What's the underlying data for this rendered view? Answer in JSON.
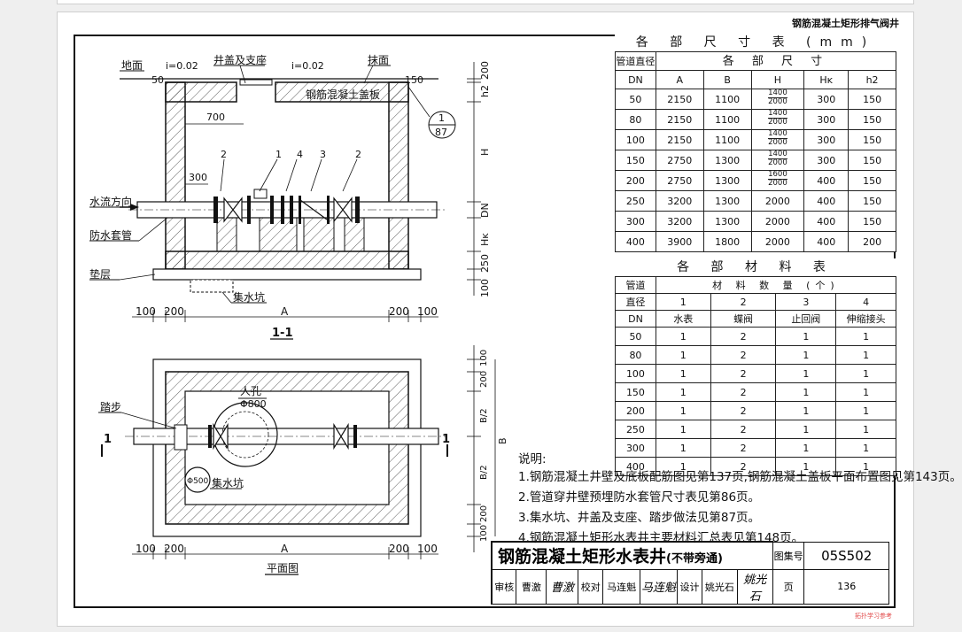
{
  "header": {
    "title": "钢筋混凝土矩形排气阀井"
  },
  "section": {
    "label": "1-1",
    "ground": "地面",
    "slope_left": "i=0.02",
    "slope_right": "i=0.02",
    "cover_support": "井盖及支座",
    "plaster": "抹面",
    "cover_slab": "钢筋混凝土盖板",
    "flow_direction": "水流方向",
    "sleeve": "防水套管",
    "cushion": "垫层",
    "sump": "集水坑",
    "callout_top": "1",
    "callout_bottom": "87",
    "num1": "2",
    "num2": "1",
    "num3": "4",
    "num4": "3",
    "num5": "2",
    "d50": "50",
    "d150": "150",
    "d700": "700",
    "d300": "300",
    "d200": "200",
    "dh2": "h2",
    "dH": "H",
    "dDN": "DN",
    "dHk": "Hĸ",
    "d250": "250",
    "d100": "100",
    "dim_a": "A",
    "dim_100a": "100",
    "dim_200a": "200",
    "dim_200b": "200",
    "dim_100b": "100"
  },
  "plan": {
    "label": "平面图",
    "step": "踏步",
    "manhole": "人孔",
    "manhole_dia": "Φ800",
    "sump": "集水坑",
    "sump_dia": "Φ500",
    "section_mark": "1",
    "dim_a": "A",
    "dim_100a": "100",
    "dim_200a": "200",
    "dim_200b": "200",
    "dim_100b": "100",
    "r100a": "100",
    "r200a": "200",
    "rB2a": "B/2",
    "rB": "B",
    "rB2b": "B/2",
    "r200b": "200",
    "r100b": "100"
  },
  "dims_table": {
    "title": "各 部 尺 寸 表 (mm)",
    "h_pipe": "管道直径",
    "h_group": "各 部 尺 寸",
    "h_dn": "DN",
    "cols": [
      "A",
      "B",
      "H",
      "Hĸ",
      "h2"
    ],
    "rows": [
      {
        "dn": "50",
        "a": "2150",
        "b": "1100",
        "h1": "1400",
        "h2v": "2000",
        "hk": "300",
        "hh": "150"
      },
      {
        "dn": "80",
        "a": "2150",
        "b": "1100",
        "h1": "1400",
        "h2v": "2000",
        "hk": "300",
        "hh": "150"
      },
      {
        "dn": "100",
        "a": "2150",
        "b": "1100",
        "h1": "1400",
        "h2v": "2000",
        "hk": "300",
        "hh": "150"
      },
      {
        "dn": "150",
        "a": "2750",
        "b": "1300",
        "h1": "1400",
        "h2v": "2000",
        "hk": "300",
        "hh": "150"
      },
      {
        "dn": "200",
        "a": "2750",
        "b": "1300",
        "h1": "1600",
        "h2v": "2000",
        "hk": "400",
        "hh": "150"
      },
      {
        "dn": "250",
        "a": "3200",
        "b": "1300",
        "h": "2000",
        "hk": "400",
        "hh": "150"
      },
      {
        "dn": "300",
        "a": "3200",
        "b": "1300",
        "h": "2000",
        "hk": "400",
        "hh": "150"
      },
      {
        "dn": "400",
        "a": "3900",
        "b": "1800",
        "h": "2000",
        "hk": "400",
        "hh": "200"
      }
    ]
  },
  "materials_table": {
    "title": "各 部 材 料 表",
    "h_pipe1": "管道",
    "h_pipe2": "直径",
    "h_dn": "DN",
    "h_qty": "材 料 数 量 (个)",
    "nums": [
      "1",
      "2",
      "3",
      "4"
    ],
    "names": [
      "水表",
      "蝶阀",
      "止回阀",
      "伸缩接头"
    ],
    "rows": [
      {
        "dn": "50",
        "v": [
          "1",
          "2",
          "1",
          "1"
        ]
      },
      {
        "dn": "80",
        "v": [
          "1",
          "2",
          "1",
          "1"
        ]
      },
      {
        "dn": "100",
        "v": [
          "1",
          "2",
          "1",
          "1"
        ]
      },
      {
        "dn": "150",
        "v": [
          "1",
          "2",
          "1",
          "1"
        ]
      },
      {
        "dn": "200",
        "v": [
          "1",
          "2",
          "1",
          "1"
        ]
      },
      {
        "dn": "250",
        "v": [
          "1",
          "2",
          "1",
          "1"
        ]
      },
      {
        "dn": "300",
        "v": [
          "1",
          "2",
          "1",
          "1"
        ]
      },
      {
        "dn": "400",
        "v": [
          "1",
          "2",
          "1",
          "1"
        ]
      }
    ]
  },
  "notes": {
    "title": "说明:",
    "items": [
      "1.钢筋混凝土井壁及底板配筋图见第137页,钢筋混凝土盖板平面布置图见第143页。",
      "2.管道穿井壁预埋防水套管尺寸表见第86页。",
      "3.集水坑、井盖及支座、踏步做法见第87页。",
      "4.钢筋混凝土矩形水表井主要材料汇总表见第148页。"
    ]
  },
  "title_block": {
    "main": "钢筋混凝土矩形水表井",
    "sub": "(不带旁通)",
    "atlas_label": "图集号",
    "atlas_code": "05S502",
    "review_label": "审核",
    "review_name": "曹激",
    "review_sig": "曹激",
    "check_label": "校对",
    "check_name": "马连魁",
    "check_sig": "马连魁",
    "design_label": "设计",
    "design_name": "姚光石",
    "design_sig": "姚光石",
    "page_label": "页",
    "page_no": "136"
  },
  "footer": {
    "watermark": "拓扑学习参考"
  }
}
